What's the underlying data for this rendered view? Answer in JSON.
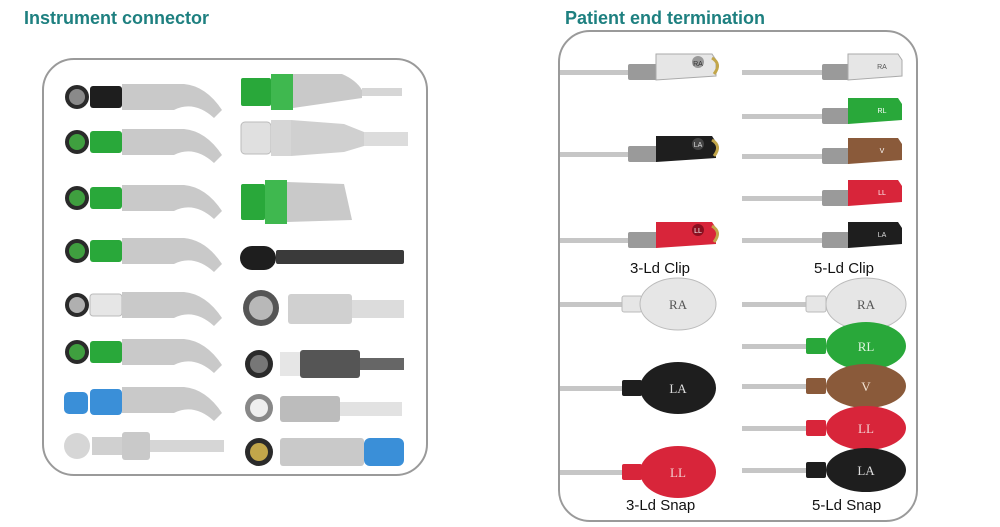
{
  "left_panel": {
    "title": "Instrument connector"
  },
  "right_panel": {
    "title": "Patient end termination",
    "captions": {
      "clip3": "3-Ld Clip",
      "clip5": "5-Ld Clip",
      "snap3": "3-Ld Snap",
      "snap5": "5-Ld Snap"
    },
    "lead_labels": {
      "clip3": [
        "RA",
        "LA",
        "LL"
      ],
      "clip5": [
        "RA",
        "RL",
        "V",
        "LL",
        "LA"
      ],
      "snap3": [
        "RA",
        "LA",
        "LL"
      ],
      "snap5": [
        "RA",
        "RL",
        "V",
        "LL",
        "LA"
      ]
    },
    "colors": {
      "white": "#e6e6e6",
      "black": "#1e1e1e",
      "red": "#d8253a",
      "green": "#29a83a",
      "brown": "#8a5a3a",
      "blue": "#3a8fd8",
      "heading": "#1e8080"
    }
  }
}
